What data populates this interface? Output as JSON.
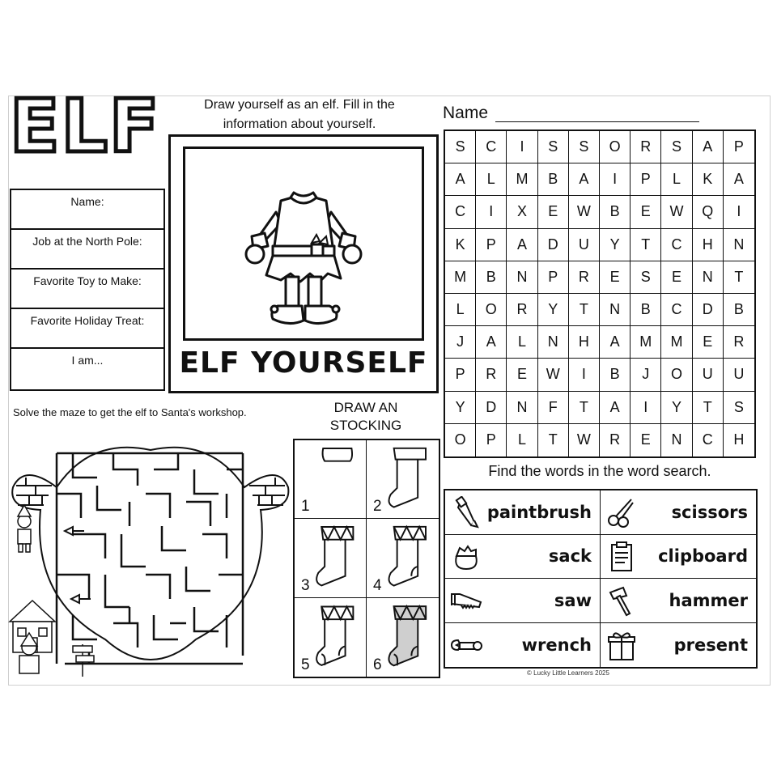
{
  "header": {
    "title": "ELF"
  },
  "info_form": {
    "fields": [
      "Name:",
      "Job at the North Pole:",
      "Favorite Toy to Make:",
      "Favorite Holiday Treat:",
      "I am..."
    ]
  },
  "draw_section": {
    "instruction": "Draw yourself as an elf. Fill in the information about yourself.",
    "caption": "ELF YOURSELF"
  },
  "word_search": {
    "name_label": "Name",
    "grid": [
      [
        "S",
        "C",
        "I",
        "S",
        "S",
        "O",
        "R",
        "S",
        "A",
        "P"
      ],
      [
        "A",
        "L",
        "M",
        "B",
        "A",
        "I",
        "P",
        "L",
        "K",
        "A"
      ],
      [
        "C",
        "I",
        "X",
        "E",
        "W",
        "B",
        "E",
        "W",
        "Q",
        "I"
      ],
      [
        "K",
        "P",
        "A",
        "D",
        "U",
        "Y",
        "T",
        "C",
        "H",
        "N"
      ],
      [
        "M",
        "B",
        "N",
        "P",
        "R",
        "E",
        "S",
        "E",
        "N",
        "T"
      ],
      [
        "L",
        "O",
        "R",
        "Y",
        "T",
        "N",
        "B",
        "C",
        "D",
        "B"
      ],
      [
        "J",
        "A",
        "L",
        "N",
        "H",
        "A",
        "M",
        "M",
        "E",
        "R"
      ],
      [
        "P",
        "R",
        "E",
        "W",
        "I",
        "B",
        "J",
        "O",
        "U",
        "U"
      ],
      [
        "Y",
        "D",
        "N",
        "F",
        "T",
        "A",
        "I",
        "Y",
        "T",
        "S"
      ],
      [
        "O",
        "P",
        "L",
        "T",
        "W",
        "R",
        "E",
        "N",
        "C",
        "H"
      ]
    ],
    "instruction": "Find the words in the word search.",
    "words": [
      {
        "label": "paintbrush",
        "icon": "paintbrush-icon"
      },
      {
        "label": "scissors",
        "icon": "scissors-icon"
      },
      {
        "label": "sack",
        "icon": "sack-icon"
      },
      {
        "label": "clipboard",
        "icon": "clipboard-icon"
      },
      {
        "label": "saw",
        "icon": "saw-icon"
      },
      {
        "label": "hammer",
        "icon": "hammer-icon"
      },
      {
        "label": "wrench",
        "icon": "wrench-icon"
      },
      {
        "label": "present",
        "icon": "present-icon"
      }
    ]
  },
  "maze": {
    "instruction": "Solve the maze to get the elf to Santa's workshop."
  },
  "stocking": {
    "title": "DRAW AN STOCKING",
    "steps": [
      "1",
      "2",
      "3",
      "4",
      "5",
      "6"
    ]
  },
  "footer": {
    "copyright": "© Lucky Little Learners 2025"
  },
  "colors": {
    "ink": "#111111",
    "stocking_fill": "#cfcfcf"
  }
}
